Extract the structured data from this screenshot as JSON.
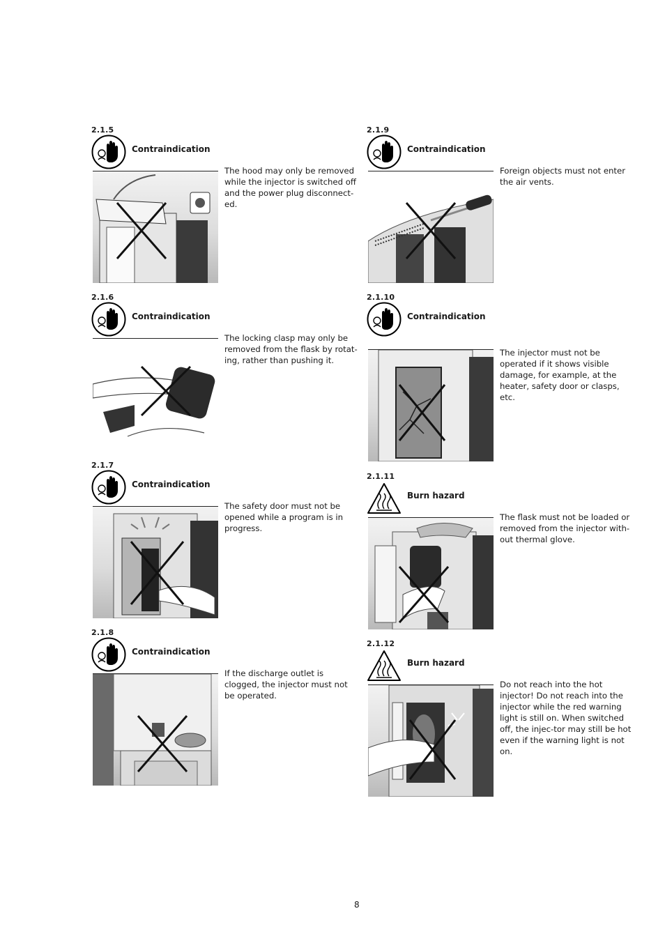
{
  "sections": [
    {
      "num": "2.1.5",
      "title": "Contraindication",
      "icon": "stop-hand-icon",
      "text": "The hood may only be removed while the injector is switched off and the power plug disconnect-ed."
    },
    {
      "num": "2.1.6",
      "title": "Contraindication",
      "icon": "stop-hand-icon",
      "text": "The locking clasp may only be removed from the flask by rotat-ing, rather than pushing it."
    },
    {
      "num": "2.1.7",
      "title": "Contraindication",
      "icon": "stop-hand-icon",
      "text": "The safety door must not be opened while a program is in progress."
    },
    {
      "num": "2.1.8",
      "title": "Contraindication",
      "icon": "stop-hand-icon",
      "text": "If the discharge outlet is clogged, the injector must not be operated."
    },
    {
      "num": "2.1.9",
      "title": "Contraindication",
      "icon": "stop-hand-icon",
      "text": "Foreign objects must not enter the air vents."
    },
    {
      "num": "2.1.10",
      "title": "Contraindication",
      "icon": "stop-hand-icon",
      "text": "The injector must not be operated if it shows visible damage, for example, at the heater, safety door or clasps, etc."
    },
    {
      "num": "2.1.11",
      "title": "Burn hazard",
      "icon": "hot-surface-warning-icon",
      "text": "The flask must not be loaded or removed from the injector with-out thermal glove."
    },
    {
      "num": "2.1.12",
      "title": "Burn hazard",
      "icon": "hot-surface-warning-icon",
      "text": "Do not reach into the hot injector! Do not reach into the injector while the red warning light is still on. When switched off, the injec-tor may still be hot even if the warning light is not on."
    }
  ],
  "page_number": "8"
}
